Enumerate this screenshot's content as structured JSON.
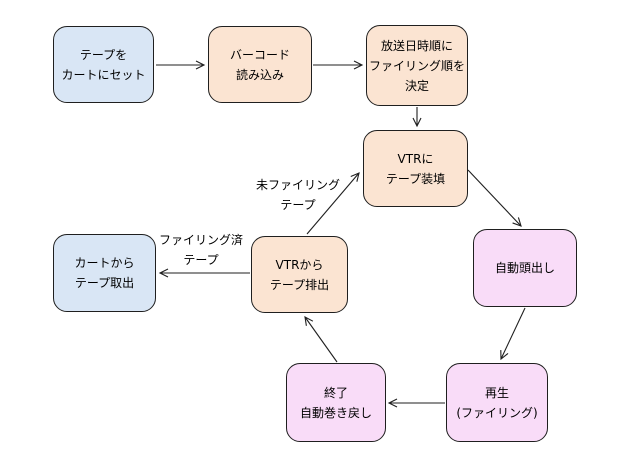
{
  "diagram": {
    "type": "flowchart",
    "colors": {
      "blue": "#D9E6F5",
      "peach": "#FBE4D2",
      "pink": "#F9DCF8",
      "border": "#1F1F1F",
      "arrow": "#1F1F1F"
    },
    "nodes": [
      {
        "id": "tape-set-on-cart",
        "fill": "blue",
        "lines": [
          "テープを",
          "カートにセット"
        ]
      },
      {
        "id": "barcode-read",
        "fill": "peach",
        "lines": [
          "バーコード",
          "読み込み"
        ]
      },
      {
        "id": "filing-order",
        "fill": "peach",
        "lines": [
          "放送日時順に",
          "ファイリング順を",
          "決定"
        ]
      },
      {
        "id": "vtr-load",
        "fill": "peach",
        "lines": [
          "VTRに",
          "テープ装填"
        ]
      },
      {
        "id": "auto-cue",
        "fill": "pink",
        "lines": [
          "自動頭出し"
        ]
      },
      {
        "id": "play-filing",
        "fill": "pink",
        "lines": [
          "再生",
          "(ファイリング)"
        ]
      },
      {
        "id": "end-rewind",
        "fill": "pink",
        "lines": [
          "終了",
          "自動巻き戻し"
        ]
      },
      {
        "id": "vtr-eject",
        "fill": "peach",
        "lines": [
          "VTRから",
          "テープ排出"
        ]
      },
      {
        "id": "cart-remove",
        "fill": "blue",
        "lines": [
          "カートから",
          "テープ取出"
        ]
      }
    ],
    "edge_labels": [
      {
        "id": "unfiled-tape",
        "lines": [
          "未ファイリング",
          "テープ"
        ]
      },
      {
        "id": "filed-tape",
        "lines": [
          "ファイリング済",
          "テープ"
        ]
      }
    ],
    "edges": [
      {
        "from": "tape-set-on-cart",
        "to": "barcode-read"
      },
      {
        "from": "barcode-read",
        "to": "filing-order"
      },
      {
        "from": "filing-order",
        "to": "vtr-load"
      },
      {
        "from": "vtr-load",
        "to": "auto-cue"
      },
      {
        "from": "auto-cue",
        "to": "play-filing"
      },
      {
        "from": "play-filing",
        "to": "end-rewind"
      },
      {
        "from": "end-rewind",
        "to": "vtr-eject"
      },
      {
        "from": "vtr-eject",
        "to": "vtr-load",
        "label": "未ファイリング テープ"
      },
      {
        "from": "vtr-eject",
        "to": "cart-remove",
        "label": "ファイリング済 テープ"
      }
    ]
  }
}
